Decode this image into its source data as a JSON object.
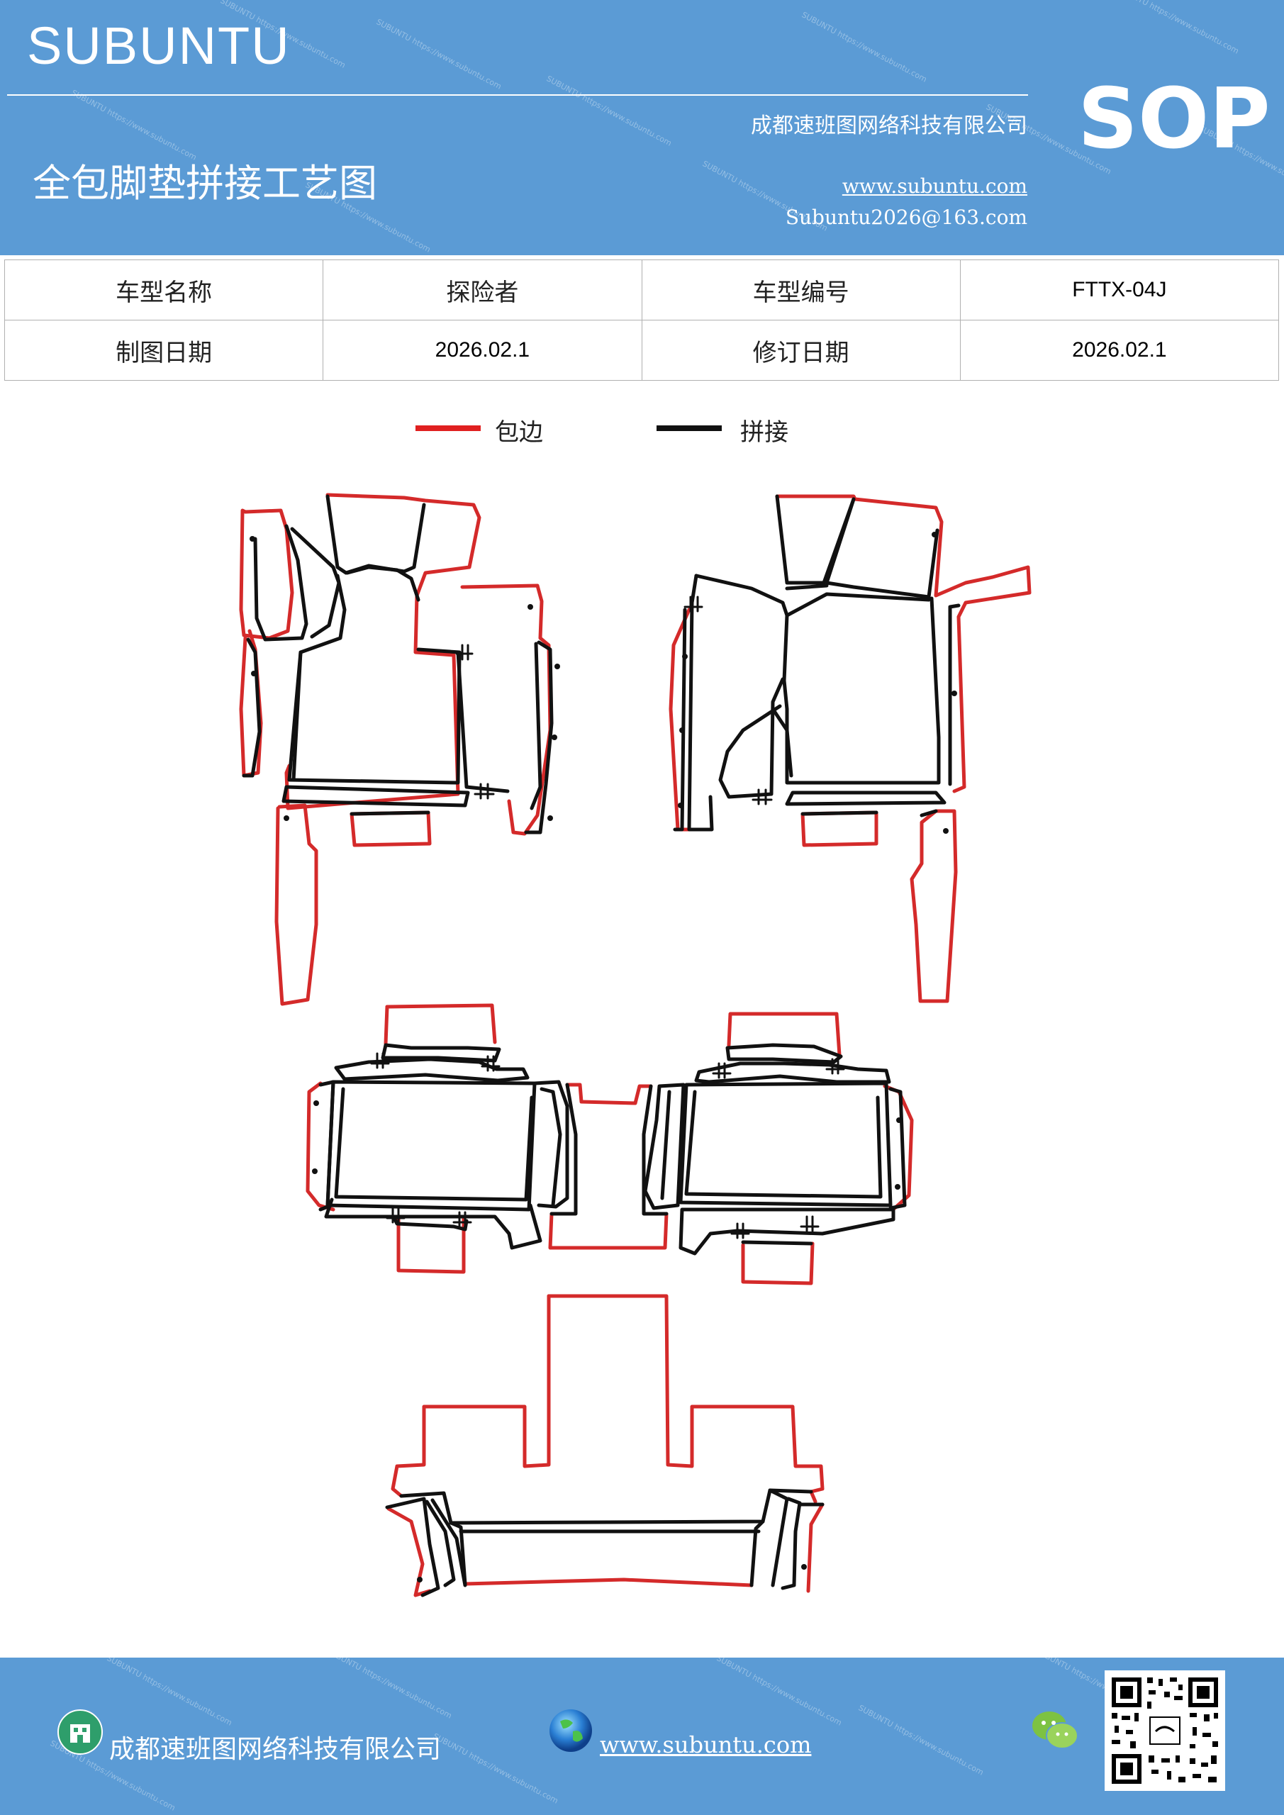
{
  "header": {
    "brand": "SUBUNTU",
    "badge": "SOP",
    "company": "成都速班图网络科技有限公司",
    "title": "全包脚垫拼接工艺图",
    "website": "www.subuntu.com",
    "email": "Subuntu2026@163.com",
    "background_color": "#5b9bd5"
  },
  "info_table": {
    "rows": [
      [
        "车型名称",
        "探险者",
        "车型编号",
        "FTTX-04J"
      ],
      [
        "制图日期",
        "2026.02.1",
        "修订日期",
        "2026.02.1"
      ]
    ]
  },
  "legend": [
    {
      "label": "包边",
      "color": "#e02020"
    },
    {
      "label": "拼接",
      "color": "#111111"
    }
  ],
  "footer": {
    "company": "成都速班图网络科技有限公司",
    "website": "www.subuntu.com",
    "building_icon": "building-icon",
    "globe_icon": "globe-icon",
    "wechat_icon": "wechat-icon",
    "qr_icon": "qr-code"
  }
}
